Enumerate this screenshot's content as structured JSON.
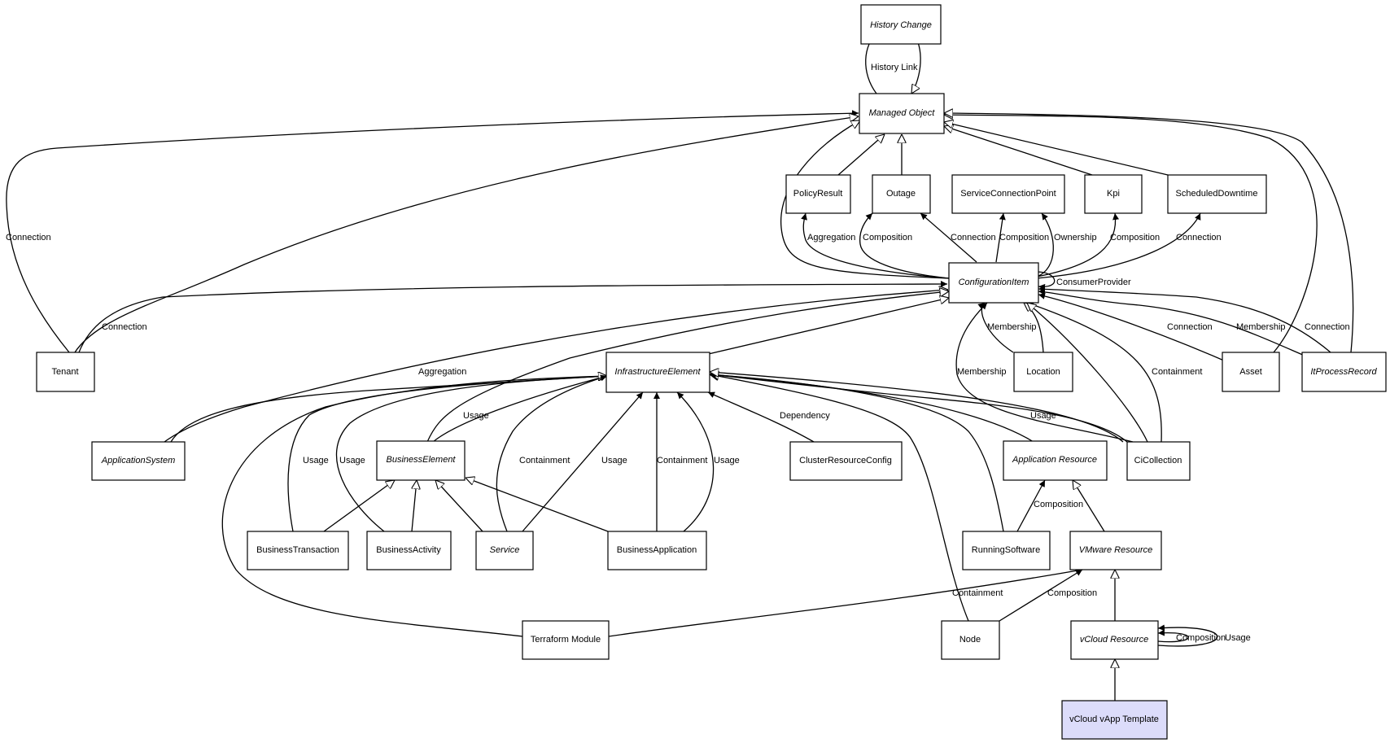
{
  "diagram": {
    "highlight_fill": "#dcdcfa",
    "nodes": [
      {
        "id": "history-change",
        "label": "History Change",
        "italic": true
      },
      {
        "id": "managed-object",
        "label": "Managed Object",
        "italic": true
      },
      {
        "id": "policy-result",
        "label": "PolicyResult",
        "italic": false
      },
      {
        "id": "outage",
        "label": "Outage",
        "italic": false
      },
      {
        "id": "service-connection-point",
        "label": "ServiceConnectionPoint",
        "italic": false
      },
      {
        "id": "kpi",
        "label": "Kpi",
        "italic": false
      },
      {
        "id": "scheduled-downtime",
        "label": "ScheduledDowntime",
        "italic": false
      },
      {
        "id": "configuration-item",
        "label": "ConfigurationItem",
        "italic": true
      },
      {
        "id": "tenant",
        "label": "Tenant",
        "italic": false
      },
      {
        "id": "infrastructure-element",
        "label": "InfrastructureElement",
        "italic": true
      },
      {
        "id": "location",
        "label": "Location",
        "italic": false
      },
      {
        "id": "asset",
        "label": "Asset",
        "italic": false
      },
      {
        "id": "it-process-record",
        "label": "ItProcessRecord",
        "italic": true
      },
      {
        "id": "application-system",
        "label": "ApplicationSystem",
        "italic": true
      },
      {
        "id": "business-element",
        "label": "BusinessElement",
        "italic": true
      },
      {
        "id": "cluster-resource-config",
        "label": "ClusterResourceConfig",
        "italic": false
      },
      {
        "id": "application-resource",
        "label": "Application Resource",
        "italic": true
      },
      {
        "id": "ci-collection",
        "label": "CiCollection",
        "italic": false
      },
      {
        "id": "business-transaction",
        "label": "BusinessTransaction",
        "italic": false
      },
      {
        "id": "business-activity",
        "label": "BusinessActivity",
        "italic": false
      },
      {
        "id": "service",
        "label": "Service",
        "italic": true
      },
      {
        "id": "business-application",
        "label": "BusinessApplication",
        "italic": false
      },
      {
        "id": "running-software",
        "label": "RunningSoftware",
        "italic": false
      },
      {
        "id": "vmware-resource",
        "label": "VMware Resource",
        "italic": true
      },
      {
        "id": "terraform-module",
        "label": "Terraform Module",
        "italic": false
      },
      {
        "id": "node",
        "label": "Node",
        "italic": false
      },
      {
        "id": "vcloud-resource",
        "label": "vCloud Resource",
        "italic": true
      },
      {
        "id": "vcloud-vapp-template",
        "label": "vCloud vApp Template",
        "italic": false,
        "highlight": true
      }
    ],
    "edge_labels": [
      {
        "id": "history-link",
        "text": "History Link"
      },
      {
        "id": "tenant-mo-connection",
        "text": "Connection"
      },
      {
        "id": "ci-policy-aggregation",
        "text": "Aggregation"
      },
      {
        "id": "ci-outage-composition",
        "text": "Composition"
      },
      {
        "id": "ci-outage-connection",
        "text": "Connection"
      },
      {
        "id": "ci-scp-composition",
        "text": "Composition"
      },
      {
        "id": "ci-scp-ownership",
        "text": "Ownership"
      },
      {
        "id": "ci-kpi-composition",
        "text": "Composition"
      },
      {
        "id": "ci-sd-connection",
        "text": "Connection"
      },
      {
        "id": "ci-consumer-provider",
        "text": "ConsumerProvider"
      },
      {
        "id": "tenant-ci-connection",
        "text": "Connection"
      },
      {
        "id": "location-membership",
        "text": "Membership"
      },
      {
        "id": "asset-connection",
        "text": "Connection"
      },
      {
        "id": "itpr-membership",
        "text": "Membership"
      },
      {
        "id": "itpr-connection",
        "text": "Connection"
      },
      {
        "id": "appsys-aggregation",
        "text": "Aggregation"
      },
      {
        "id": "cic-membership",
        "text": "Membership"
      },
      {
        "id": "cic-containment",
        "text": "Containment"
      },
      {
        "id": "be-usage",
        "text": "Usage"
      },
      {
        "id": "crc-dependency",
        "text": "Dependency"
      },
      {
        "id": "cic-usage",
        "text": "Usage"
      },
      {
        "id": "bt-usage",
        "text": "Usage"
      },
      {
        "id": "ba-usage",
        "text": "Usage"
      },
      {
        "id": "svc-containment",
        "text": "Containment"
      },
      {
        "id": "svc-usage",
        "text": "Usage"
      },
      {
        "id": "bapp-containment",
        "text": "Containment"
      },
      {
        "id": "bapp-usage",
        "text": "Usage"
      },
      {
        "id": "rs-composition",
        "text": "Composition"
      },
      {
        "id": "tm-containment",
        "text": "Containment"
      },
      {
        "id": "node-composition",
        "text": "Composition"
      },
      {
        "id": "vcr-composition",
        "text": "Composition"
      },
      {
        "id": "vcr-usage",
        "text": "Usage"
      }
    ]
  }
}
